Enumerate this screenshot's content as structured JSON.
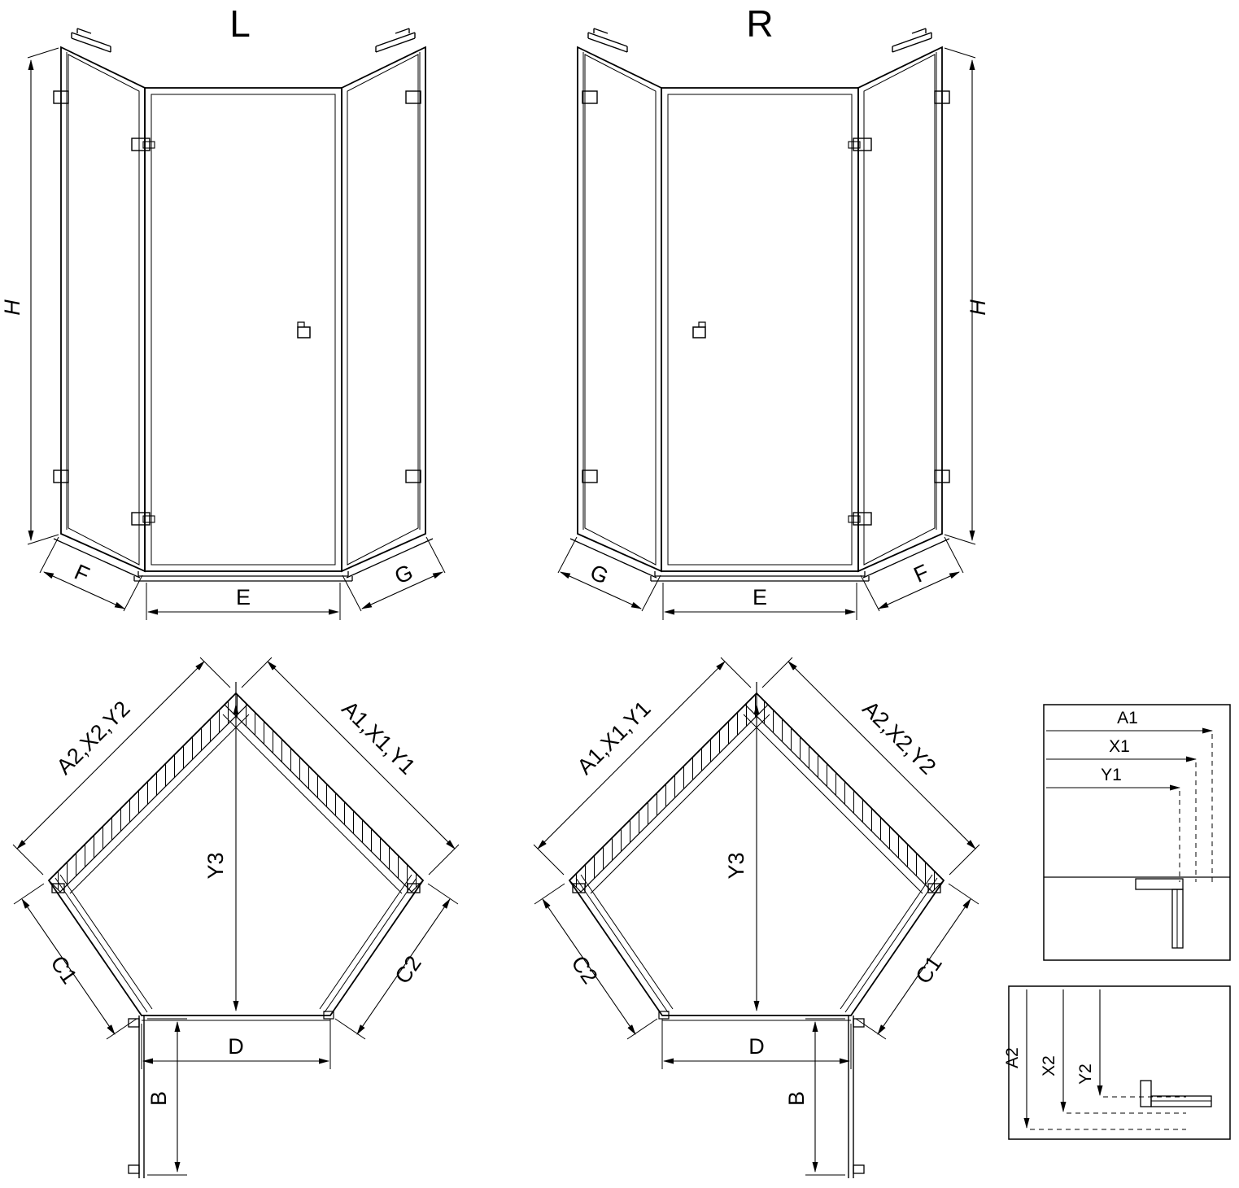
{
  "titles": {
    "left": "L",
    "right": "R"
  },
  "elevation_left": {
    "height": "H",
    "bottom_left": "F",
    "bottom_center": "E",
    "bottom_right": "G"
  },
  "elevation_right": {
    "height": "H",
    "bottom_left": "G",
    "bottom_center": "E",
    "bottom_right": "F"
  },
  "plan_left": {
    "wall_left": "A2,X2,Y2",
    "wall_right": "A1,X1,Y1",
    "depth": "Y3",
    "front_left": "C1",
    "front_right": "C2",
    "door_width": "D",
    "door_open": "B"
  },
  "plan_right": {
    "wall_left": "A1,X1,Y1",
    "wall_right": "A2,X2,Y2",
    "depth": "Y3",
    "front_left": "C2",
    "front_right": "C1",
    "door_width": "D",
    "door_open": "B"
  },
  "detail_top": {
    "rows": [
      "A1",
      "X1",
      "Y1"
    ]
  },
  "detail_bottom": {
    "rows": [
      "A2",
      "X2",
      "Y2"
    ]
  },
  "colors": {
    "line": "#000000",
    "background": "#ffffff"
  }
}
